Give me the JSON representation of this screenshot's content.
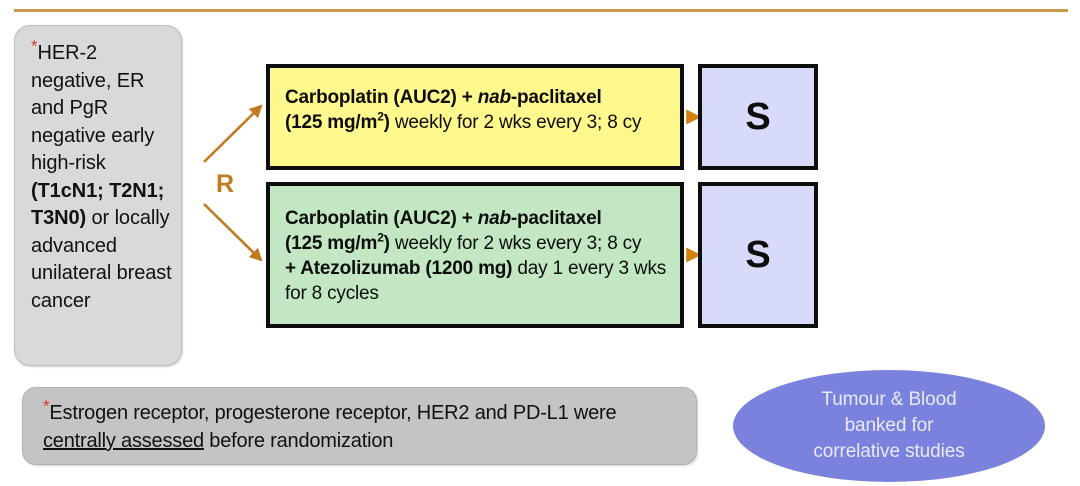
{
  "colors": {
    "top_rule": "#c79a4b",
    "arm_a_fill": "#fff88c",
    "arm_b_fill": "#c2e7c2",
    "surgery_fill": "#d7daf8",
    "panel_fill": "#d9d9d9",
    "footnote_fill": "#c4c4c4",
    "ellipse_fill": "#7b82dd",
    "randomization_accent": "#c17a1e",
    "asterisk_red": "#d83a2a"
  },
  "eligibility": {
    "asterisk": "*",
    "line_1": "HER-2",
    "line_2": "negative, ER",
    "line_3": "and PgR",
    "line_4": "negative",
    "line_5": "early high-risk",
    "bold_criteria": "(T1cN1; T2N1; T3N0)",
    "line_6_tail": " or",
    "line_7": "locally",
    "line_8": "advanced",
    "line_9": "unilateral",
    "line_10": "breast cancer",
    "full_text": "*HER-2 negative, ER and PgR negative early high-risk (T1cN1; T2N1; T3N0) or locally advanced unilateral breast cancer"
  },
  "randomization": {
    "label": "R",
    "arrow_up_name": "arrow-to-arm-a",
    "arrow_down_name": "arrow-to-arm-b"
  },
  "arms": [
    {
      "id": "arm-a",
      "regimen_bold": "Carboplatin (AUC2) + ",
      "regimen_italic": "nab",
      "regimen_bold_2": "-paclitaxel",
      "dose_bold": "(125 mg/m",
      "dose_sup": "2",
      "dose_bold_close": ")",
      "schedule": " weekly for 2 wks every 3; 8 cy",
      "full_text": "Carboplatin (AUC2) + nab-paclitaxel (125 mg/m2) weekly for 2 wks every 3; 8 cy"
    },
    {
      "id": "arm-b",
      "regimen_bold": "Carboplatin (AUC2) + ",
      "regimen_italic": "nab",
      "regimen_bold_2": "-paclitaxel",
      "dose_bold": "(125 mg/m",
      "dose_sup": "2",
      "dose_bold_close": ")",
      "schedule": " weekly for 2 wks every 3; 8 cy",
      "addon_bold": "+ Atezolizumab (1200 mg)",
      "addon_schedule": " day 1 every 3 wks for 8 cycles",
      "full_text": "Carboplatin (AUC2) + nab-paclitaxel (125 mg/m2) weekly for 2 wks every 3; 8 cy + Atezolizumab (1200 mg) day 1 every 3 wks for 8 cycles"
    }
  ],
  "surgery": {
    "arm_a_label": "S",
    "arm_b_label": "S"
  },
  "footnote": {
    "asterisk": "*",
    "part_1": "Estrogen receptor, progesterone receptor, HER2 and PD-L1 were ",
    "underlined": "centrally assessed",
    "part_2": " before randomization",
    "full_text": "*Estrogen receptor, progesterone receptor, HER2 and PD-L1 were centrally assessed before randomization"
  },
  "biomarker": {
    "line_1": "Tumour & Blood",
    "line_2": "banked for",
    "line_3": "correlative studies",
    "full_text": "Tumour & Blood banked for correlative studies"
  }
}
